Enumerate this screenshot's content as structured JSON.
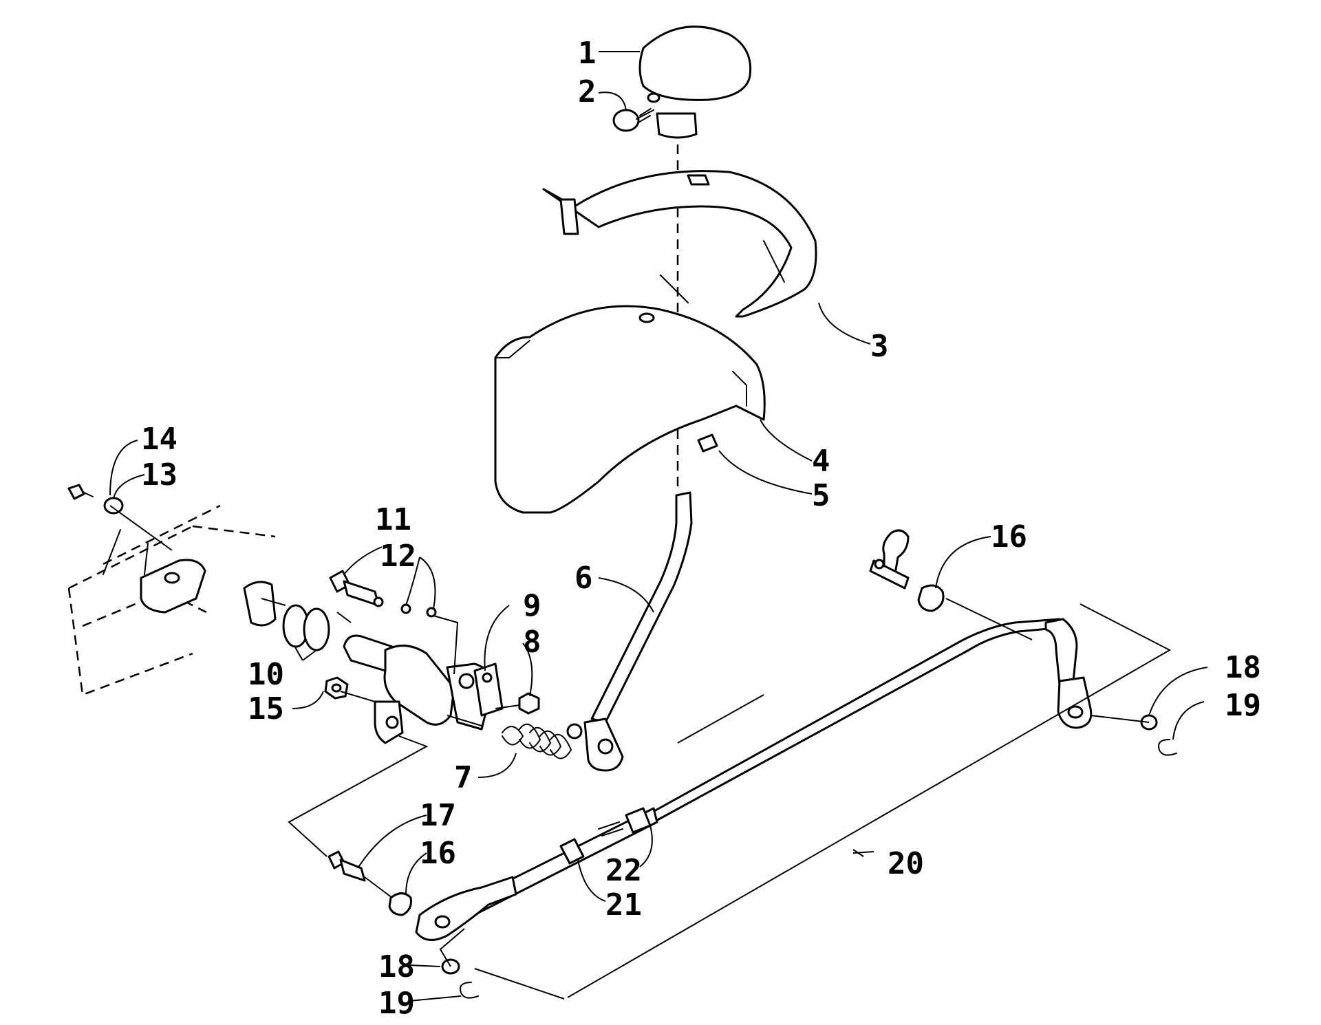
{
  "diagram": {
    "type": "exploded parts diagram",
    "line_color": "#000000",
    "background": "#ffffff"
  },
  "callouts": {
    "c1": "1",
    "c2": "2",
    "c3": "3",
    "c4": "4",
    "c5": "5",
    "c6": "6",
    "c7": "7",
    "c8": "8",
    "c9": "9",
    "c10": "10",
    "c11": "11",
    "c12": "12",
    "c13": "13",
    "c14": "14",
    "c15": "15",
    "c16a": "16",
    "c16b": "16",
    "c17": "17",
    "c18a": "18",
    "c18b": "18",
    "c19a": "19",
    "c19b": "19",
    "c20": "20",
    "c21": "21",
    "c22": "22"
  }
}
